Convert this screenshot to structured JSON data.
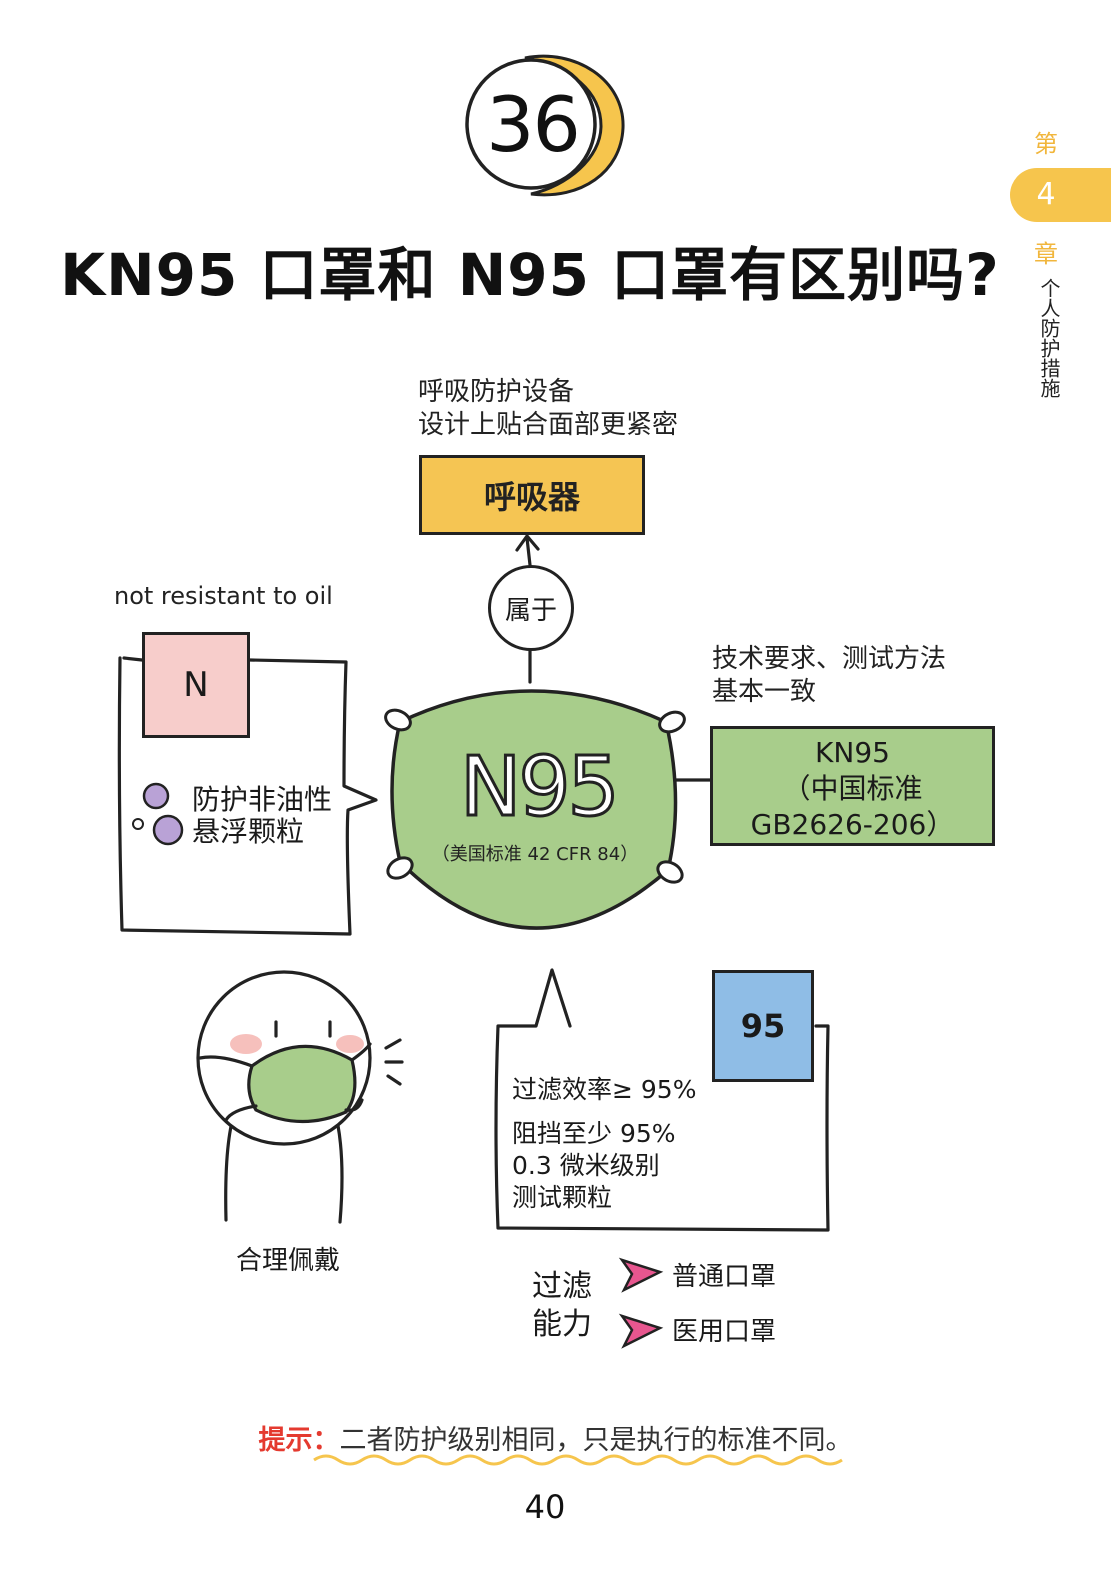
{
  "lesson_number": "36",
  "chapter": {
    "prefix": "第",
    "number": "4",
    "suffix": "章",
    "title": "个人防护措施"
  },
  "title": "KN95 口罩和 N95 口罩有区别吗?",
  "respirator": {
    "note_line1": "呼吸防护设备",
    "note_line2": "设计上贴合面部更紧密",
    "label": "呼吸器",
    "belongs_to": "属于"
  },
  "n_section": {
    "oil_label": "not resistant to oil",
    "letter": "N",
    "desc_line1": "防护非油性",
    "desc_line2": "悬浮颗粒"
  },
  "mask": {
    "label": "N95",
    "standard": "（美国标准 42 CFR 84）"
  },
  "kn95": {
    "note_line1": "技术要求、测试方法",
    "note_line2": "基本一致",
    "line1": "KN95",
    "line2": "（中国标准",
    "line3": "GB2626-206）"
  },
  "wearing": {
    "label": "合理佩戴"
  },
  "filter95": {
    "number": "95",
    "efficiency": "过滤效率≥ 95%",
    "block_line1": "阻挡至少 95%",
    "block_line2": "0.3 微米级别",
    "block_line3": "测试颗粒"
  },
  "filter_capacity": {
    "label_line1": "过滤",
    "label_line2": "能力",
    "comparison1": "普通口罩",
    "comparison2": "医用口罩"
  },
  "tip": {
    "label": "提示：",
    "text": "二者防护级别相同，只是执行的标准不同。"
  },
  "page_number": "40",
  "colors": {
    "yellow": "#f5c553",
    "pink": "#f7cdcb",
    "green": "#a8cd8b",
    "blue": "#8fbde6",
    "purple": "#b9a2d6",
    "red": "#e43a2f",
    "chapter_orange": "#f1b63c"
  }
}
